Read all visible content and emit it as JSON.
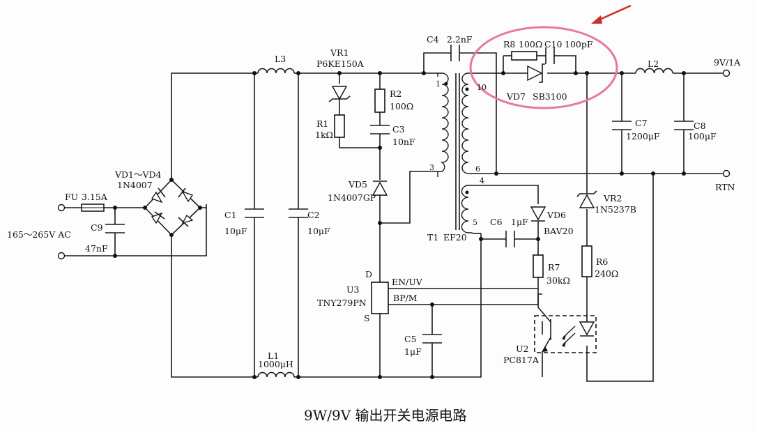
{
  "caption": "9W/9V 输出开关电源电路",
  "colors": {
    "highlight": "#e8799a",
    "arrow": "#c8322a",
    "ink": "#1a1a1a"
  },
  "labels": {
    "fu": "FU",
    "fu_val": "3.15A",
    "ac_in": "165～265V AC",
    "c9": "C9",
    "c9_val": "47nF",
    "bridge": "VD1～VD4",
    "bridge_val": "1N4007",
    "c1": "C1",
    "c1_val": "10μF",
    "l3": "L3",
    "c2": "C2",
    "c2_val": "10μF",
    "l1": "L1",
    "l1_val": "1000μH",
    "vr1": "VR1",
    "vr1_val": "P6KE150A",
    "r1": "R1",
    "r1_val": "1kΩ",
    "r2": "R2",
    "r2_val": "100Ω",
    "c3": "C3",
    "c3_val": "10nF",
    "vd5": "VD5",
    "vd5_val": "1N4007GP",
    "c4": "C4",
    "c4_val": "2.2nF",
    "t1": "T1",
    "t1_val": "EF20",
    "u3": "U3",
    "u3_val": "TNY279PN",
    "en_uv": "EN/UV",
    "bp_m": "BP/M",
    "pin_d": "D",
    "pin_s": "S",
    "c5": "C5",
    "c5_val": "1μF",
    "c6": "C6",
    "c6_val": "1μF",
    "vd6": "VD6",
    "vd6_val": "BAV20",
    "r7": "R7",
    "r7_val": "30kΩ",
    "u2": "U2",
    "u2_val": "PC817A",
    "r8": "R8",
    "r8_val": "100Ω",
    "c10": "C10",
    "c10_val": "100pF",
    "vd7": "VD7",
    "vd7_val": "SB3100",
    "l2": "L2",
    "c7": "C7",
    "c7_val": "1200μF",
    "c8": "C8",
    "c8_val": "100μF",
    "vr2": "VR2",
    "vr2_val": "1N5237B",
    "r6": "R6",
    "r6_val": "240Ω",
    "out_9v": "9V/1A",
    "out_rtn": "RTN",
    "pin1": "1",
    "pin3": "3",
    "pin10": "10",
    "pin6": "6",
    "pin4": "4",
    "pin5": "5"
  }
}
